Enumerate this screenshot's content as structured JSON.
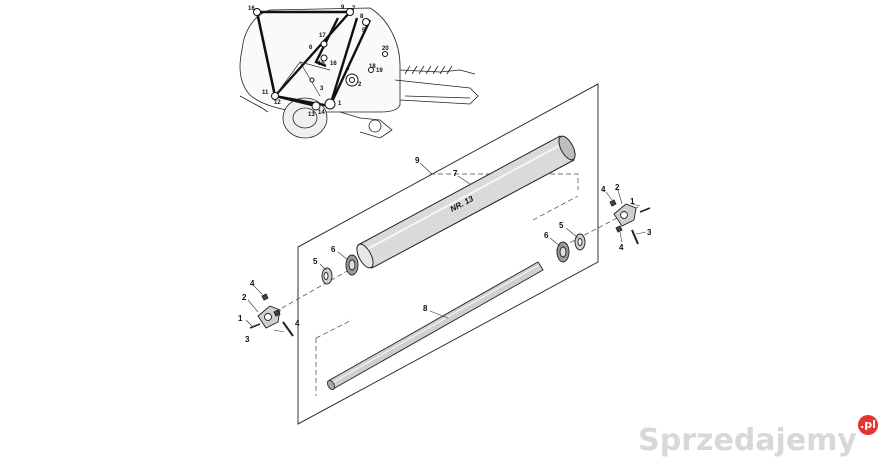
{
  "diagram": {
    "inset_labels": [
      "16",
      "9",
      "7",
      "8",
      "5",
      "17",
      "6",
      "15",
      "16",
      "20",
      "18",
      "19",
      "4",
      "2",
      "11",
      "12",
      "13",
      "14",
      "1",
      "3"
    ],
    "callouts": {
      "tube_frame": "9",
      "tube": "7",
      "shaft": "8",
      "bearing_outer": "5",
      "bearing_inner": "6",
      "flange": "2",
      "nut": "4",
      "screw_small": "1",
      "bolt": "3"
    },
    "tube_marking": "NR. 13"
  },
  "watermark": {
    "text": "Sprzedajemy",
    "tld": ".pl"
  }
}
